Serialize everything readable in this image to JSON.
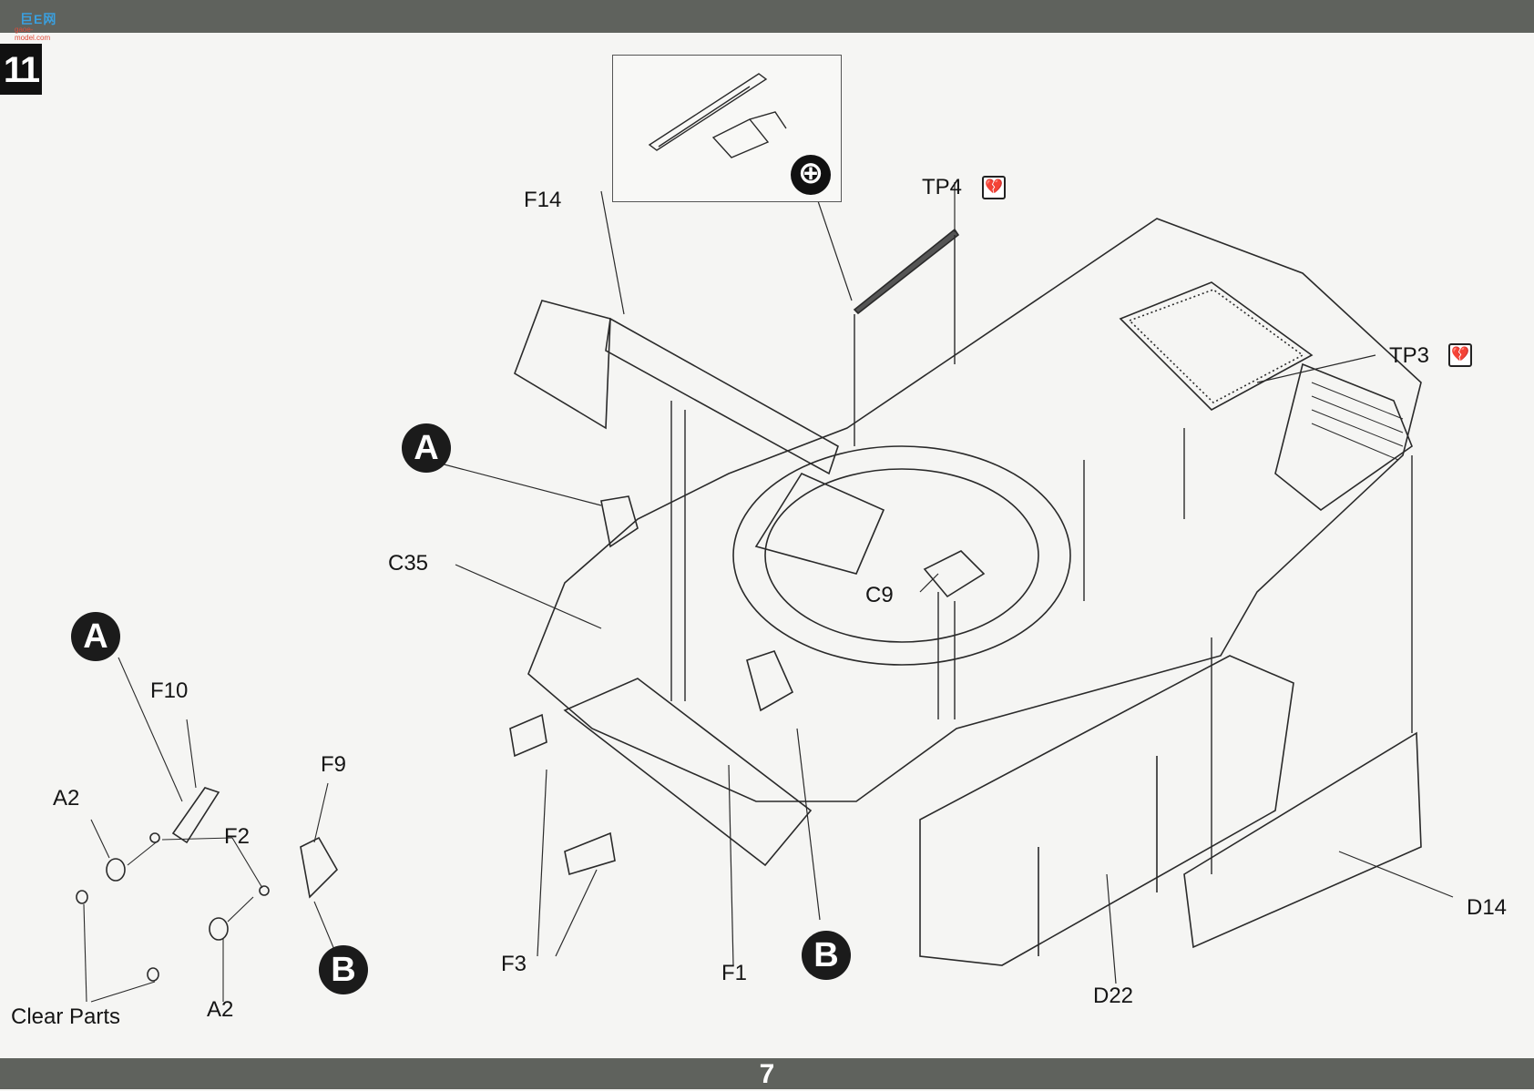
{
  "header": {
    "logo_text": "巨E网",
    "logo_url": "gaoe-model.com"
  },
  "step": {
    "number": "11"
  },
  "labels": {
    "f14": "F14",
    "tp4": "TP4",
    "tp3": "TP3",
    "c35": "C35",
    "c9": "C9",
    "f10": "F10",
    "f9": "F9",
    "f2": "F2",
    "a2_top": "A2",
    "a2_bottom": "A2",
    "f3": "F3",
    "f1": "F1",
    "d22": "D22",
    "d14": "D14",
    "clear_parts": "Clear Parts"
  },
  "markers": {
    "a_main": "A",
    "a_detail": "A",
    "b_main": "B",
    "b_detail": "B"
  },
  "icons": {
    "zoom": "zoom-in-icon",
    "photo_etch": "broken-heart-icon"
  },
  "footer": {
    "page": "7"
  }
}
